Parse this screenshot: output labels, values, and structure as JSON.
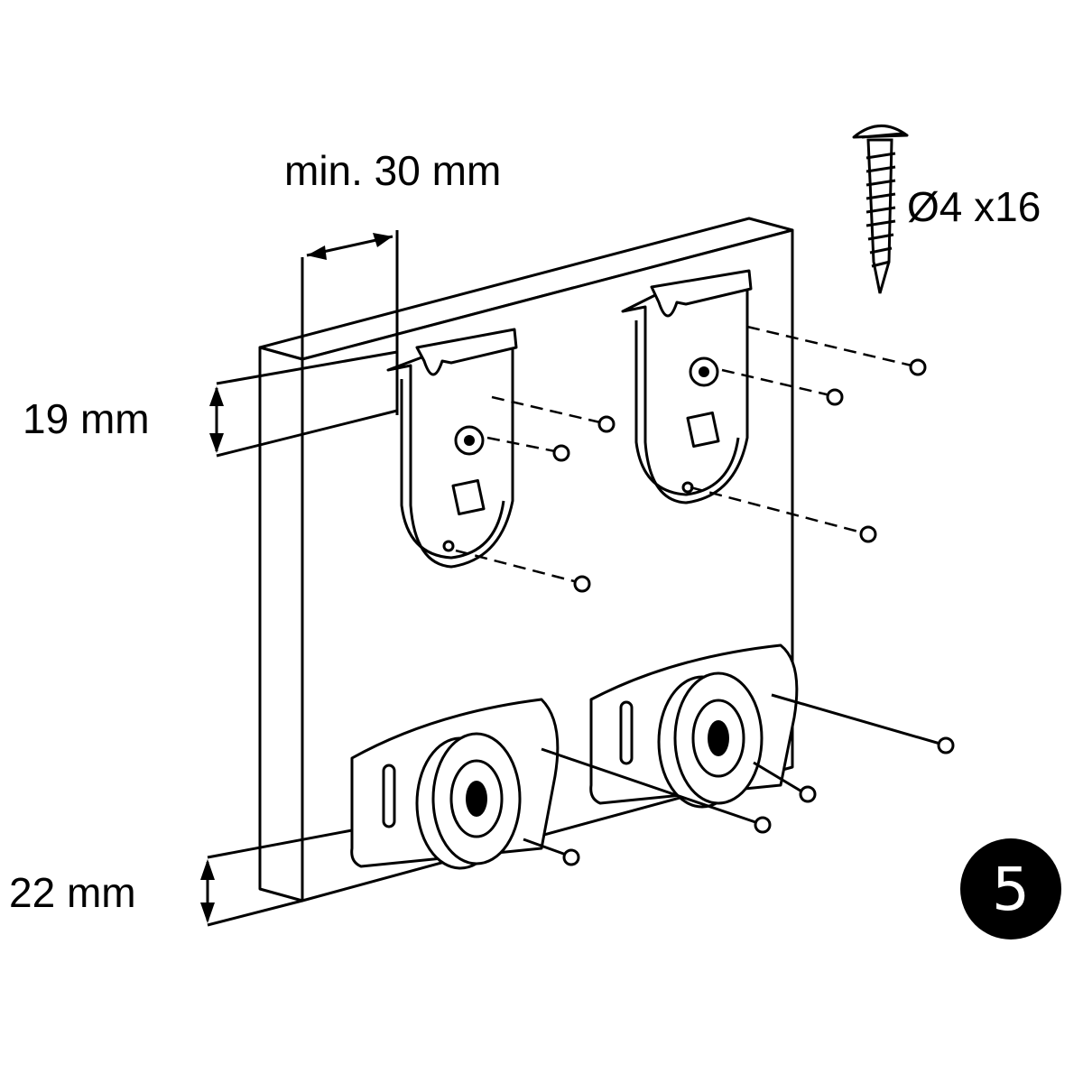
{
  "labels": {
    "min_width": "min. 30 mm",
    "screw_size": "Ø4 x16",
    "top_offset": "19 mm",
    "bottom_offset": "22 mm",
    "step_number": "5"
  },
  "colors": {
    "ink": "#000000",
    "paper": "#ffffff"
  }
}
